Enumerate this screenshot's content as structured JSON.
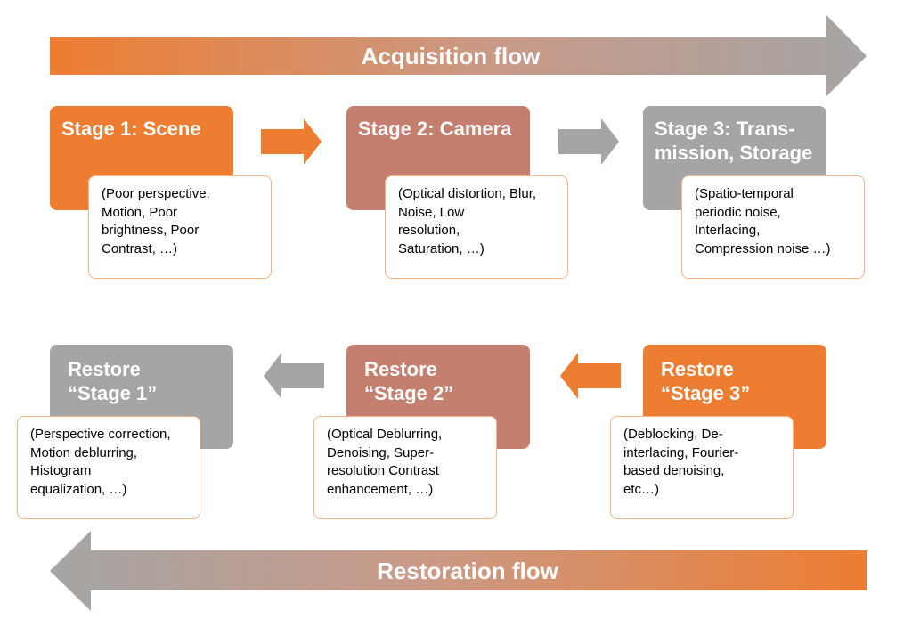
{
  "colors": {
    "orange": "#ed7d31",
    "terracotta": "#c47f6e",
    "gray": "#a5a5a5",
    "note_border": "#f3b48a"
  },
  "acquisition_flow": {
    "label": "Acquisition flow"
  },
  "restoration_flow": {
    "label": "Restoration flow"
  },
  "stages": [
    {
      "title": "Stage 1: Scene",
      "note": "(Poor perspective,\n   Motion, Poor\n   brightness, Poor\n   Contrast, …)"
    },
    {
      "title": "Stage 2: Camera",
      "note": "(Optical distortion, Blur,\n   Noise, Low\n   resolution,\n   Saturation, …)"
    },
    {
      "title": "Stage 3: Trans-\nmission, Storage",
      "note": "(Spatio-temporal\n   periodic noise,\n   Interlacing,\n   Compression noise …)"
    }
  ],
  "restores": [
    {
      "title": "Restore\n“Stage 1”",
      "note": "(Perspective correction,\n   Motion deblurring,\n   Histogram\n   equalization, …)"
    },
    {
      "title": "Restore\n“Stage 2”",
      "note": "(Optical Deblurring,\n   Denoising, Super-\n   resolution Contrast\n   enhancement, …)"
    },
    {
      "title": "Restore\n“Stage 3”",
      "note": "(Deblocking, De-\n   interlacing, Fourier-\n   based denoising,\n   etc…)"
    }
  ]
}
